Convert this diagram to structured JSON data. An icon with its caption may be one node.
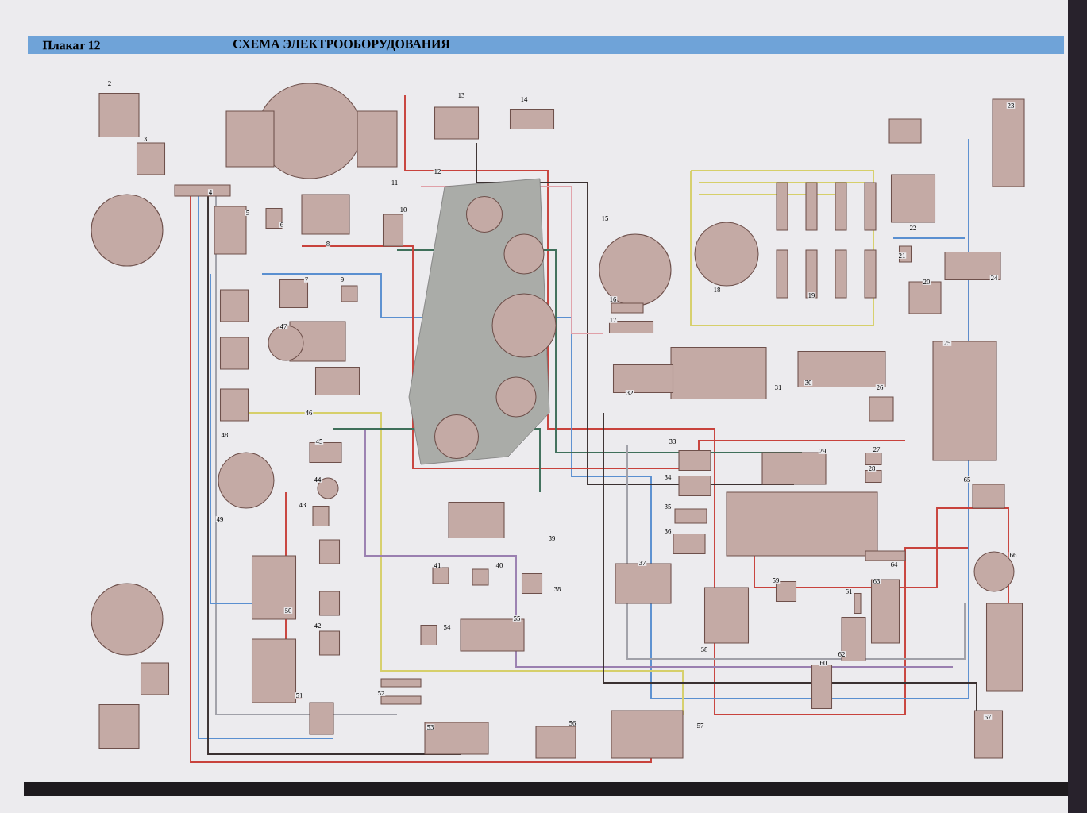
{
  "diagram": {
    "title": "СХЕМА ЭЛЕКТРООБОРУДОВАНИЯ",
    "labels": [
      "Плакат 12",
      "2",
      "3",
      "4",
      "5",
      "6",
      "7",
      "8",
      "9",
      "10",
      "11",
      "12",
      "13",
      "14",
      "15",
      "16",
      "17",
      "18",
      "19",
      "20",
      "21",
      "22",
      "23",
      "24",
      "25",
      "26",
      "27",
      "28",
      "29",
      "30",
      "31",
      "32",
      "33",
      "34",
      "35",
      "36",
      "37",
      "38",
      "39",
      "40",
      "41",
      "42",
      "43",
      "44",
      "45",
      "46",
      "47",
      "48",
      "49",
      "50",
      "51",
      "52",
      "53",
      "54",
      "55",
      "56",
      "57",
      "58",
      "59",
      "60",
      "61",
      "62",
      "63",
      "64",
      "65",
      "66",
      "67"
    ]
  }
}
